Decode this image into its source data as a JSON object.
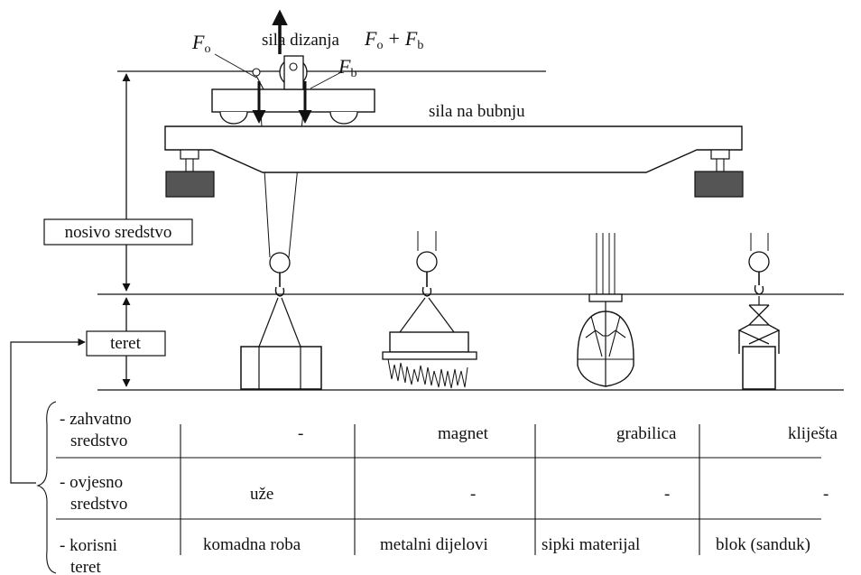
{
  "labels": {
    "lift_force_text": "sila dizanja",
    "f_o": "F",
    "f_o_sub": "o",
    "plus": "+",
    "f_b": "F",
    "f_b_sub": "b",
    "drum_force": "sila na bubnju",
    "load_handling_device": "nosivo sredstvo",
    "load": "teret"
  },
  "table": {
    "row_headers": [
      [
        "- zahvatno",
        "sredstvo"
      ],
      [
        "- ovjesno",
        "sredstvo"
      ],
      [
        "- korisni",
        "teret"
      ]
    ],
    "rows": [
      [
        "-",
        "magnet",
        "grabilica",
        "kliješta"
      ],
      [
        "uže",
        "-",
        "-",
        "-"
      ],
      [
        "komadna roba",
        "metalni dijelovi",
        "sipki materijal",
        "blok (sanduk)"
      ]
    ]
  },
  "colors": {
    "line": "#111111",
    "block_fill": "#555555"
  }
}
